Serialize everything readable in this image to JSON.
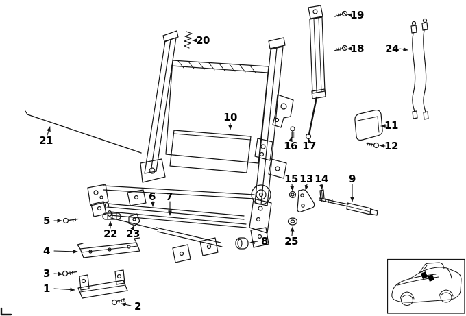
{
  "figure": {
    "background_color": "#ffffff",
    "line_color": "#141414",
    "highlight_color": "#000000"
  },
  "callouts": [
    {
      "label": "1"
    },
    {
      "label": "2"
    },
    {
      "label": "3"
    },
    {
      "label": "4"
    },
    {
      "label": "5"
    },
    {
      "label": "6"
    },
    {
      "label": "7"
    },
    {
      "label": "8"
    },
    {
      "label": "9"
    },
    {
      "label": "10"
    },
    {
      "label": "11"
    },
    {
      "label": "12"
    },
    {
      "label": "13"
    },
    {
      "label": "14"
    },
    {
      "label": "15"
    },
    {
      "label": "16"
    },
    {
      "label": "17"
    },
    {
      "label": "18"
    },
    {
      "label": "19"
    },
    {
      "label": "20"
    },
    {
      "label": "21"
    },
    {
      "label": "22"
    },
    {
      "label": "23"
    },
    {
      "label": "24"
    },
    {
      "label": "25"
    }
  ],
  "inset": {
    "icon": "car-rear-three-quarter-icon",
    "marker": "rear-seat-backrest-highlight"
  }
}
